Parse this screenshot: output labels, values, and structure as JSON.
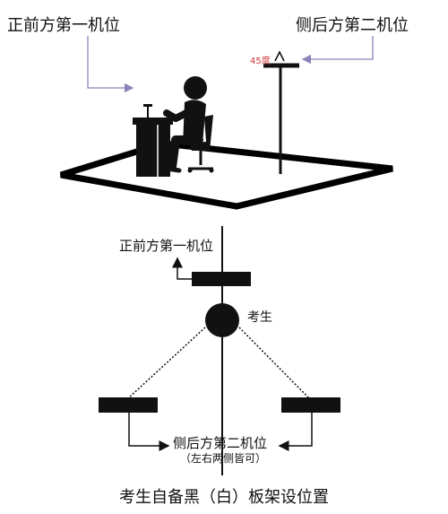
{
  "scene": {
    "front_camera_label": "正前方第一机位",
    "side_camera_label": "侧后方第二机位",
    "angle_label": "45度"
  },
  "layout_diagram": {
    "front_camera_label": "正前方第一机位",
    "candidate_label": "考生",
    "rear_camera_label": "侧后方第二机位",
    "rear_camera_note": "（左右两侧皆可）",
    "caption": "考生自备黑（白）板架设位置"
  }
}
